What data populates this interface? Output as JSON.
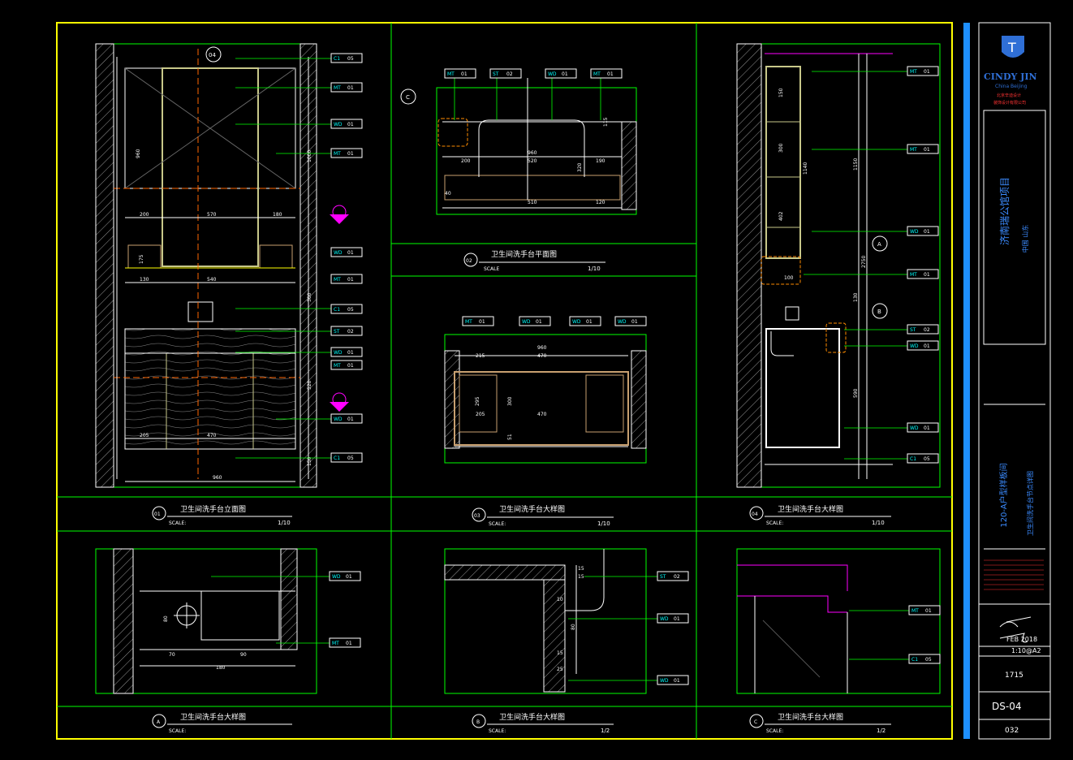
{
  "colors": {
    "frame": "#ffff00",
    "grid": "#00ff00",
    "line": "#ffffff",
    "accent": "#00ffff",
    "tag": "#0000ff",
    "center": "#ff6600",
    "side": "#1e90ff",
    "magenta": "#ff00ff",
    "brand": "#2f6fd6",
    "title": "#3b8bff"
  },
  "views": {
    "v01": {
      "num": "01",
      "title": "卫生间洗手台立面图",
      "scale_label": "SCALE:",
      "scale": "1/10"
    },
    "v02": {
      "num": "02",
      "title": "卫生间洗手台平面图",
      "scale_label": "SCALE",
      "scale": "1/10"
    },
    "v03": {
      "num": "03",
      "title": "卫生间洗手台大样图",
      "scale_label": "SCALE:",
      "scale": "1/10"
    },
    "v04": {
      "num": "04",
      "title": "卫生间洗手台大样图",
      "scale_label": "SCALE:",
      "scale": "1/10"
    },
    "vA": {
      "num": "A",
      "title": "卫生间洗手台大样图",
      "scale_label": "SCALE:",
      "scale": ""
    },
    "vB": {
      "num": "B",
      "title": "卫生间洗手台大样图",
      "scale_label": "SCALE:",
      "scale": "1/2"
    },
    "vC": {
      "num": "C",
      "title": "卫生间洗手台大样图",
      "scale_label": "SCALE:",
      "scale": "1/2"
    }
  },
  "dims": {
    "e01": {
      "w960": "960",
      "w570": "570",
      "w200": "200",
      "w180": "180",
      "w540": "540",
      "w130": "130",
      "w470": "470",
      "w205": "205",
      "h960": "960",
      "h1000": "1000",
      "h520": "520",
      "h150": "150",
      "h300": "300",
      "h175": "175"
    },
    "p02": {
      "w960": "960",
      "w200": "200",
      "w520": "520",
      "w190": "190",
      "w510": "510",
      "w120": "120",
      "h40": "40",
      "h115": "115",
      "h320": "320"
    },
    "d03": {
      "w960": "960",
      "w215": "215",
      "w470": "470",
      "w205": "205",
      "h300": "300",
      "h295": "295",
      "h51": "51"
    },
    "d04": {
      "h150": "150",
      "h300": "300",
      "h1140": "1140",
      "h1150": "1150",
      "h402": "402",
      "h2750": "2750",
      "h590": "590",
      "h130": "130",
      "w100": "100"
    },
    "dA": {
      "w70": "70",
      "w90": "90",
      "w180": "180",
      "h80": "80"
    },
    "dB": {
      "h15": "15",
      "h10": "10",
      "h80": "80",
      "h25": "25"
    }
  },
  "tags": {
    "e01": [
      [
        "C1",
        "05"
      ],
      [
        "MT",
        "01"
      ],
      [
        "WD",
        "01"
      ],
      [
        "MT",
        "01"
      ],
      [
        "WD",
        "01"
      ],
      [
        "MT",
        "01"
      ],
      [
        "C1",
        "05"
      ],
      [
        "ST",
        "02"
      ],
      [
        "WD",
        "01"
      ],
      [
        "MT",
        "01"
      ],
      [
        "WD",
        "01"
      ],
      [
        "C1",
        "05"
      ]
    ],
    "p02": [
      [
        "MT",
        "01"
      ],
      [
        "ST",
        "02"
      ],
      [
        "WD",
        "01"
      ],
      [
        "MT",
        "01"
      ]
    ],
    "d03": [
      [
        "MT",
        "01"
      ],
      [
        "WD",
        "01"
      ],
      [
        "WD",
        "01"
      ],
      [
        "WD",
        "01"
      ]
    ],
    "d04": [
      [
        "MT",
        "01"
      ],
      [
        "MT",
        "01"
      ],
      [
        "WD",
        "01"
      ],
      [
        "MT",
        "01"
      ],
      [
        "ST",
        "02"
      ],
      [
        "WD",
        "01"
      ],
      [
        "WD",
        "01"
      ],
      [
        "C1",
        "05"
      ]
    ],
    "dA": [
      [
        "WD",
        "01"
      ],
      [
        "MT",
        "01"
      ]
    ],
    "dB": [
      [
        "ST",
        "02"
      ],
      [
        "WD",
        "01"
      ],
      [
        "WD",
        "01"
      ]
    ],
    "dC": [
      [
        "MT",
        "01"
      ],
      [
        "C1",
        "05"
      ]
    ]
  },
  "section_marks": {
    "a": "A",
    "b": "B",
    "c": "C",
    "d04": "04",
    "d03": "03"
  },
  "titleblock": {
    "brand": "CINDY JIN",
    "brand_sub": "China Beijing",
    "company_line1": "北京辛迪设计",
    "company_line2": "装饰设计有限公司",
    "project": "济南瑞公馆项目",
    "location": "中国 山东",
    "drawing_vertical_1": "120-A户型样板间",
    "drawing_vertical_2": "卫生间洗手台节点详图",
    "date": "FEB 2018",
    "scale": "1:10@A2",
    "job_no": "1715",
    "sheet_no": "DS-04",
    "page_no": "032"
  }
}
